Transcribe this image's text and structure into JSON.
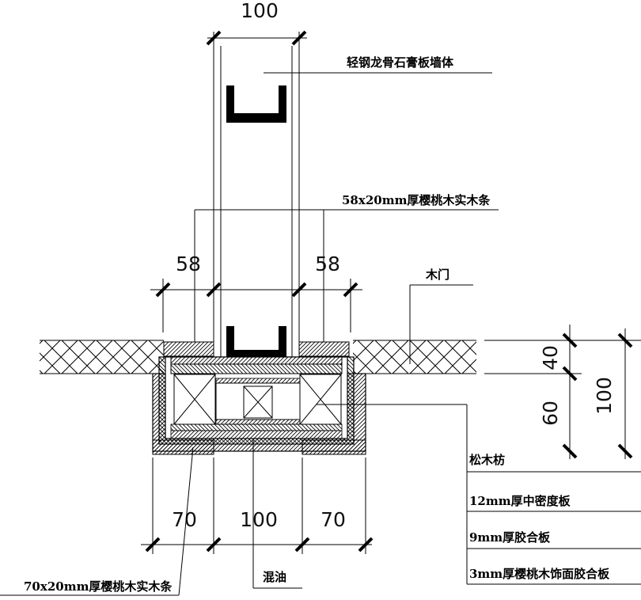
{
  "dimensions": {
    "top_width": "100",
    "left_trim": "58",
    "right_trim": "58",
    "bottom_left": "70",
    "bottom_mid": "100",
    "bottom_right": "70",
    "right_40": "40",
    "right_60": "60",
    "right_100": "100"
  },
  "labels": {
    "wall": "轻钢龙骨石膏板墙体",
    "trim_strip": "58x20mm厚樱桃木实木条",
    "door": "木门",
    "pine_batten": "松木枋",
    "mdf": "12mm厚中密度板",
    "plywood": "9mm厚胶合板",
    "veneer": "3mm厚樱桃木饰面胶合板",
    "bottom_strip": "70x20mm厚樱桃木实木条",
    "putty": "混油"
  }
}
